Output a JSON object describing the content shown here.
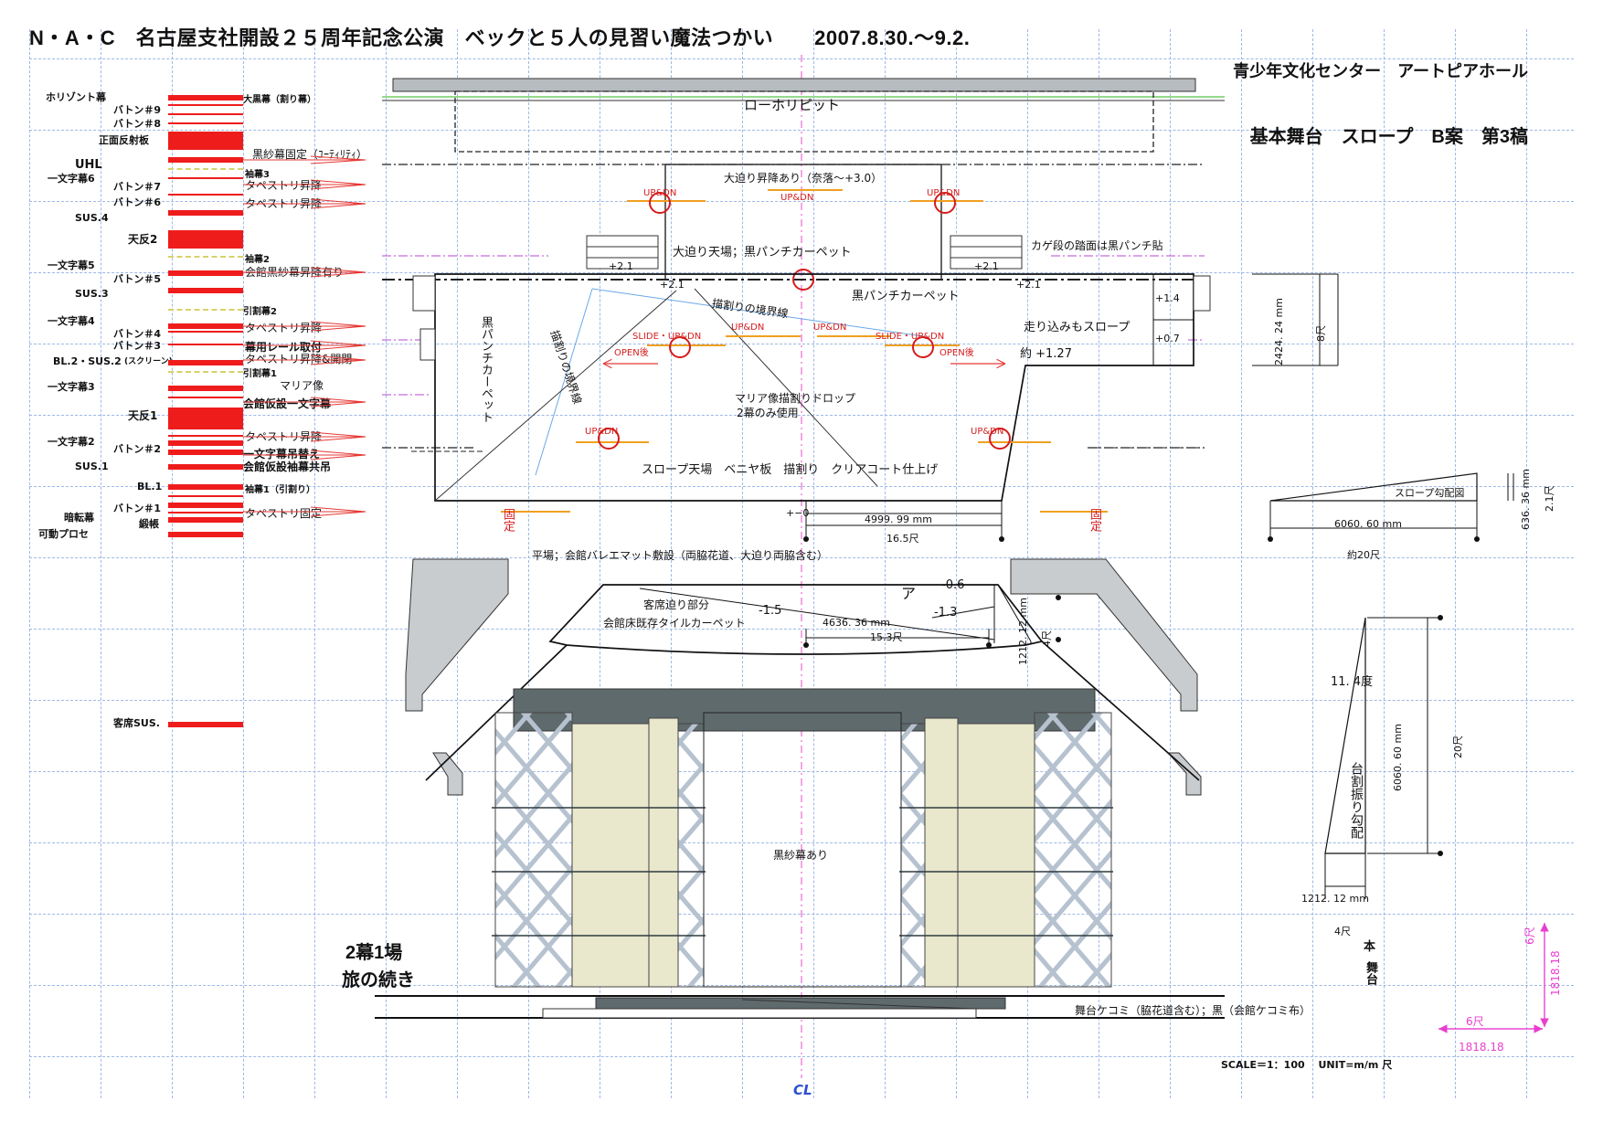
{
  "header": {
    "title": "N・A・C　名古屋支社開設２５周年記念公演　ベックと５人の見習い魔法つかい　　2007.8.30.～9.2.",
    "venue": "青少年文化センター　アートピアホール",
    "subtitle": "基本舞台　スロープ　B案　第3稿"
  },
  "left_labels": {
    "l1": "ホリゾント幕",
    "l2": "バトン＃9",
    "l3": "バトン＃8",
    "l4": "正面反射板",
    "l5": "UHL",
    "l6": "一文字幕6",
    "l7": "バトン＃7",
    "l8": "バトン＃6",
    "l9": "SUS.4",
    "l10": "天反2",
    "l11": "一文字幕5",
    "l12": "バトン＃5",
    "l13": "SUS.3",
    "l14": "一文字幕4",
    "l15": "バトン＃4",
    "l16": "バトン＃3",
    "l17": "BL.2・SUS.2",
    "l17b": "(スクリーン)",
    "l18": "一文字幕3",
    "l19": "天反1",
    "l20": "一文字幕2",
    "l21": "バトン＃2",
    "l22": "SUS.1",
    "l23": "BL.1",
    "l24": "暗転幕",
    "l25": "バトン＃1",
    "l26": "緞帳",
    "l27": "可動プロセ",
    "l28": "客席SUS."
  },
  "fly_labels": {
    "f1": "大黒幕（割り幕）",
    "f2": "黒紗幕固定（ﾕｰﾃｨﾘﾃｨ）",
    "f3": "袖幕3",
    "f4": "タペストリ昇降",
    "f5": "タペストリ昇降",
    "f6": "袖幕2",
    "f7": "会館黒紗幕昇降有り",
    "f8": "引割幕2",
    "f9": "タペストリ昇降",
    "f10": "幕用レール取付",
    "f11": "タペストリ昇降&開閉",
    "f12": "引割幕1",
    "f13": "マリア像",
    "f14": "会館仮設一文字幕",
    "f15": "タペストリ昇降",
    "f16": "一文字幕吊替え",
    "f17": "会館仮設袖幕共吊",
    "f18": "袖幕1（引割り）",
    "f19": "タペストリ固定"
  },
  "stage": {
    "loho_pit": "ローホリピット",
    "ohseri_lift": "大迫り昇降あり（奈落～+3.0）",
    "updn_center": "UP&DN",
    "updn_left": "UP&DN",
    "updn_right": "UP&DN",
    "ohseri_top": "大迫り天場；黒パンチカーペット",
    "kage_note": "カゲ段の踏面は黒パンチ貼",
    "plus21_l": "+2.1",
    "plus21_r": "+2.1",
    "plus21_la": "+2.1",
    "plus21_ra": "+2.1",
    "black_punch": "黒パンチカーペット",
    "black_punch_v": "黒パンチカーペット",
    "boundary_v": "描割りの境界線",
    "boundary_h": "描割りの境界線",
    "plus14": "+1.4",
    "plus07": "+0.7",
    "hashirikomi": "走り込みもスロープ",
    "yaku127": "約 +1.27",
    "slide_updn_l": "SLIDE・UP&DN",
    "slide_updn_r": "SLIDE・UP&DN",
    "open_l": "OPEN後",
    "open_r": "OPEN後",
    "updn_m1": "UP&DN",
    "updn_m2": "UP&DN",
    "maria": "マリア像描割りドロップ",
    "maria2": "2幕のみ使用",
    "updn_b1": "UP&DN",
    "updn_b2": "UP&DN",
    "slope_top": "スロープ天場　ベニヤ板　描割り　クリアコート仕上げ",
    "pm0": "+−0",
    "dim_4999": "4999. 99 mm",
    "dim_165": "16.5尺",
    "kotei_l": "固定",
    "kotei_r": "固定",
    "hiraba": "平場；会館バレエマット敷設（両脇花道、大迫り両脇含む）",
    "kyakuseki_seri": "客席迫り部分",
    "tile_carpet": "会館床既存タイルカーペット",
    "minus15": "-1.5",
    "a_label": "ア",
    "minus06": "-0.6",
    "minus13": "-1.3",
    "dim_4636": "4636. 36 mm",
    "dim_153": "15.3尺",
    "dim_1212a": "1212. 12 mm",
    "dim_4shaku_a": "4尺",
    "kokusha": "黒紗幕あり",
    "kekomi": "舞台ケコミ（脇花道含む）；黒（会館ケコミ布）",
    "cl": "CL"
  },
  "side_dims": {
    "dim_2424": "2424. 24 mm",
    "dim_8shaku": "8尺",
    "slope_kobai": "スロープ勾配図",
    "dim_636": "636. 36 mm",
    "dim_21shaku": "2.1尺",
    "dim_6060a": "6060. 60 mm",
    "dim_20shaku_a": "約20尺",
    "deg": "11. 4度",
    "daiwari": "台割振り勾配",
    "dim_6060b": "6060. 60 mm",
    "dim_20shaku_b": "20尺",
    "dim_1212b": "1212. 12 mm",
    "dim_4shaku_b": "4尺",
    "hon": "本",
    "butai": "舞台",
    "pink_6shaku_v": "6尺",
    "pink_1818_v": "1818.18",
    "pink_6shaku_h": "6尺",
    "pink_1818_h": "1818.18"
  },
  "scene": {
    "line1": "2幕1場",
    "line2": "旅の続き"
  },
  "footer": {
    "scale": "SCALE＝1：100　 UNIT=m/m 尺"
  },
  "colors": {
    "grid": "#9eb8e6",
    "red": "#ef1c1c",
    "orange": "#f0a020",
    "gray_fill": "#c9ccce",
    "dark_slate": "#5f6a6d",
    "cream": "#e9e7cc",
    "pink": "#e83fd0",
    "purple_dash": "#b54ad5"
  }
}
